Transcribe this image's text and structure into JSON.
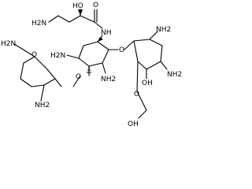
{
  "colors": {
    "bond": "#000000",
    "background": "#ffffff",
    "text": "#000000"
  },
  "labels": {
    "ho_top": "HO",
    "o_amide": "O",
    "h2n_chain": "H2N",
    "nh_amide": "NH",
    "h2n_methyl": "H2N",
    "h2n_ring_left": "H2N",
    "o_link_right": "O",
    "nh2_glucose_top": "NH2",
    "o_ring_left": "O",
    "o_link_left": "O",
    "nh2_ring_center": "NH2",
    "nh2_glucose_mid": "NH2",
    "nh2_ring_bottom_left": "NH2",
    "o_ring_right": "O",
    "oh_glucose": "OH",
    "oh_bottom": "OH"
  }
}
